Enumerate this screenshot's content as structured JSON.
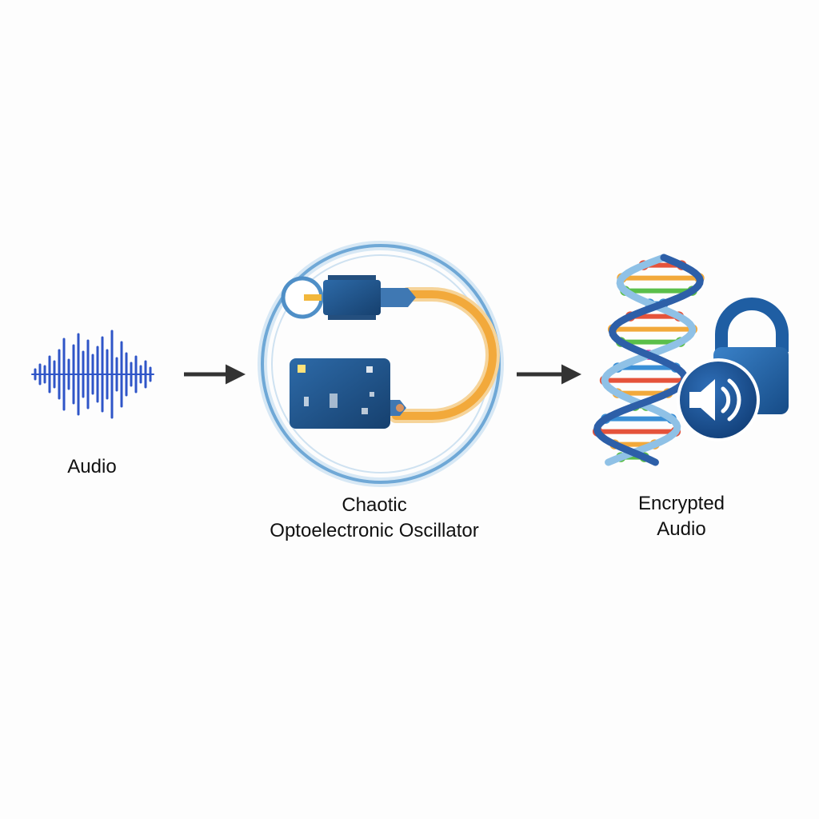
{
  "nodes": [
    {
      "id": "audio",
      "lines": [
        "Audio"
      ]
    },
    {
      "id": "oscillator",
      "lines": [
        "Chaotic",
        "Optoelectronic Oscillator"
      ]
    },
    {
      "id": "encrypted",
      "lines": [
        "Encrypted",
        "Audio"
      ]
    }
  ],
  "edges": [
    {
      "from": "audio",
      "to": "oscillator"
    },
    {
      "from": "oscillator",
      "to": "encrypted"
    }
  ],
  "icons": {
    "input": "audio-waveform-icon",
    "process": "optoelectronic-loop-icon",
    "output_1": "dna-helix-icon",
    "output_2": "lock-speaker-icon"
  },
  "colors": {
    "waveform": "#2f55c8",
    "arrow": "#333333",
    "loop_ring": "#6fa8d6",
    "fiber": "#f2a93b",
    "module": "#1f4f86",
    "lock": "#1f5ea3"
  }
}
